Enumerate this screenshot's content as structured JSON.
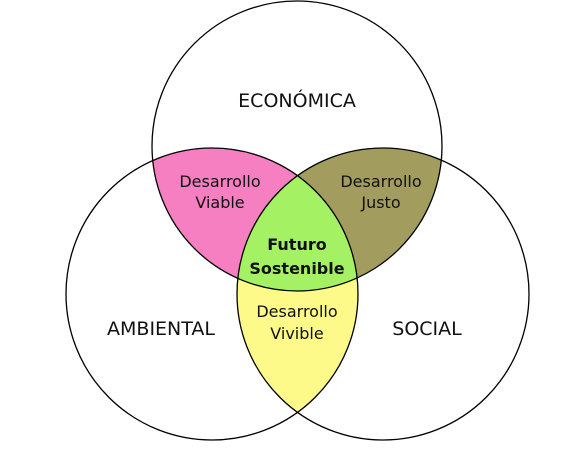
{
  "sets": {
    "top": {
      "label": "ECONÓMICA"
    },
    "left": {
      "label": "AMBIENTAL"
    },
    "right": {
      "label": "SOCIAL"
    }
  },
  "regions": {
    "top_left": {
      "line1": "Desarrollo",
      "line2": "Viable",
      "color": "#f57fc1"
    },
    "top_right": {
      "line1": "Desarrollo",
      "line2": "Justo",
      "color": "#a29c5e"
    },
    "left_right": {
      "line1": "Desarrollo",
      "line2": "Vivible",
      "color": "#fdfa8a"
    },
    "center": {
      "line1": "Futuro",
      "line2": "Sostenible",
      "color": "#a4f264"
    }
  },
  "colors": {
    "outline": "#000000",
    "background": "#ffffff"
  }
}
